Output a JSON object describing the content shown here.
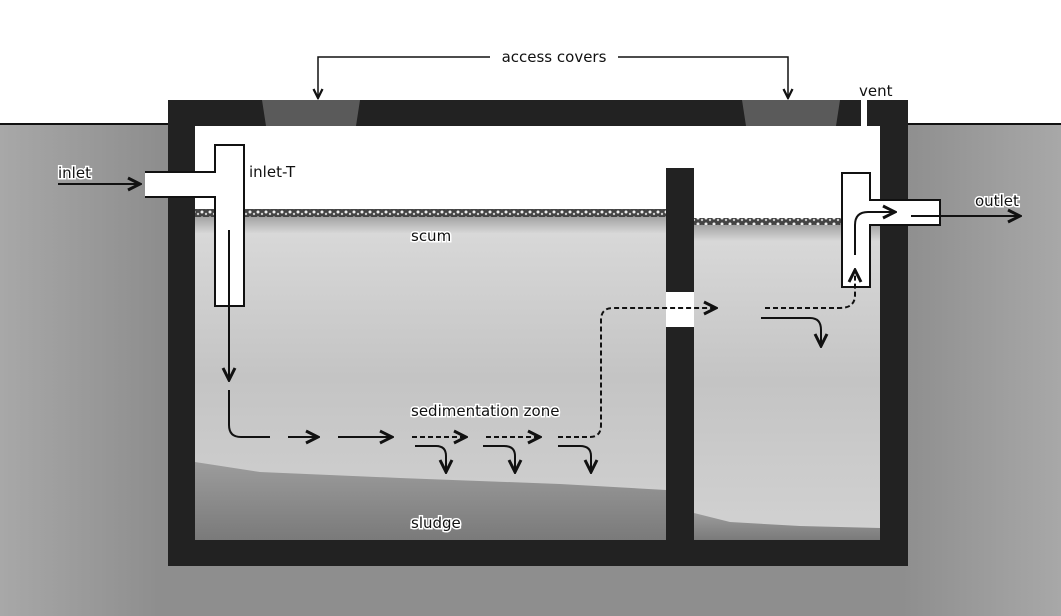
{
  "title": "Septic tank cross-section",
  "labels": {
    "access_covers": "access covers",
    "vent": "vent",
    "inlet": "inlet",
    "inlet_t": "inlet-T",
    "outlet": "outlet",
    "scum": "scum",
    "sedimentation_zone": "sedimentation zone",
    "sludge": "sludge"
  },
  "colors": {
    "ground": "#9a9a9a",
    "tank_wall": "#222222",
    "liquid": "#c8c8c8",
    "sludge": "#8a8a8a",
    "air": "#ffffff"
  }
}
